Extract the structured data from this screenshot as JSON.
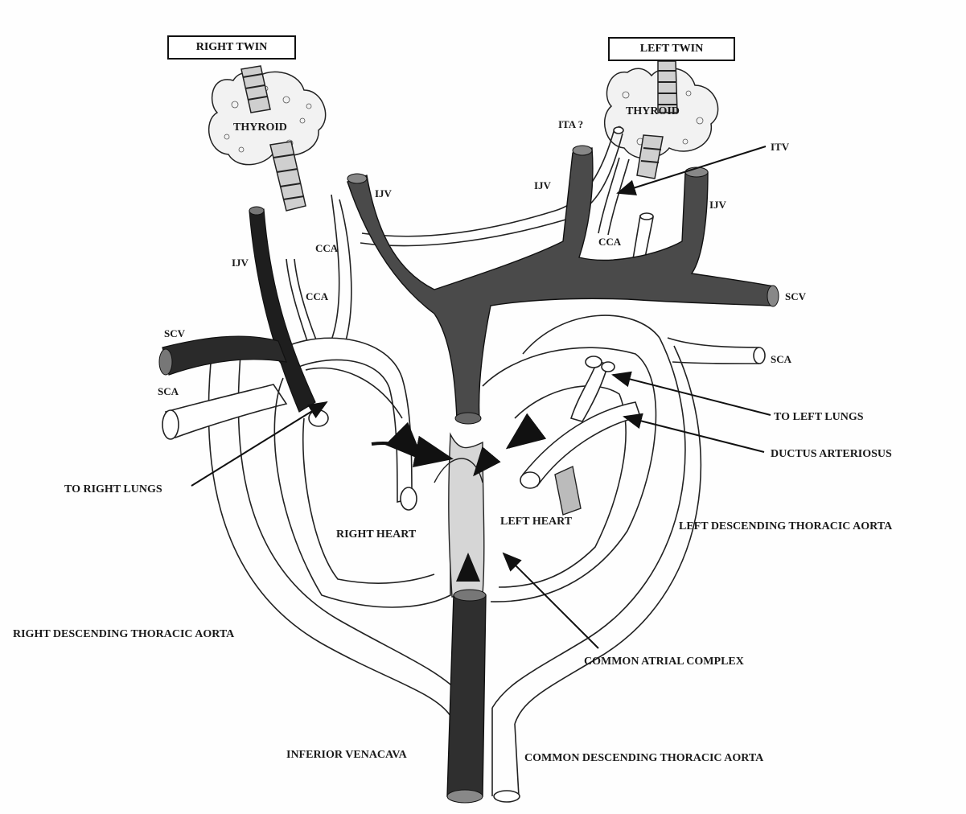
{
  "twins": {
    "right": "RIGHT TWIN",
    "left": "LEFT TWIN"
  },
  "labels": {
    "thyroid_right": "THYROID",
    "thyroid_left": "THYROID",
    "ita": "ITA ?",
    "itv": "ITV",
    "ijv_far_right_twin": "IJV",
    "ijv_center": "IJV",
    "ijv_left_twin_inner": "IJV",
    "ijv_left_twin_outer": "IJV",
    "cca_right_upper": "CCA",
    "cca_right_lower": "CCA",
    "cca_left": "CCA",
    "scv_right": "SCV",
    "scv_left": "SCV",
    "sca_right": "SCA",
    "sca_left": "SCA",
    "to_left_lungs": "TO LEFT LUNGS",
    "ductus": "DUCTUS ARTERIOSUS",
    "to_right_lungs": "TO RIGHT LUNGS",
    "right_heart": "RIGHT HEART",
    "left_heart": "LEFT HEART",
    "left_desc_aorta": "LEFT DESCENDING THORACIC AORTA",
    "right_desc_aorta": "RIGHT DESCENDING THORACIC AORTA",
    "common_atrial": "COMMON ATRIAL COMPLEX",
    "ivc": "INFERIOR VENACAVA",
    "common_desc_aorta": "COMMON DESCENDING THORACIC AORTA"
  },
  "colors": {
    "ink": "#111111",
    "vein_dark": "#2b2b2b",
    "vein_mid": "#555555",
    "atrium_fill": "#d6d6d6",
    "thyroid_fill": "#f2f2f2"
  }
}
